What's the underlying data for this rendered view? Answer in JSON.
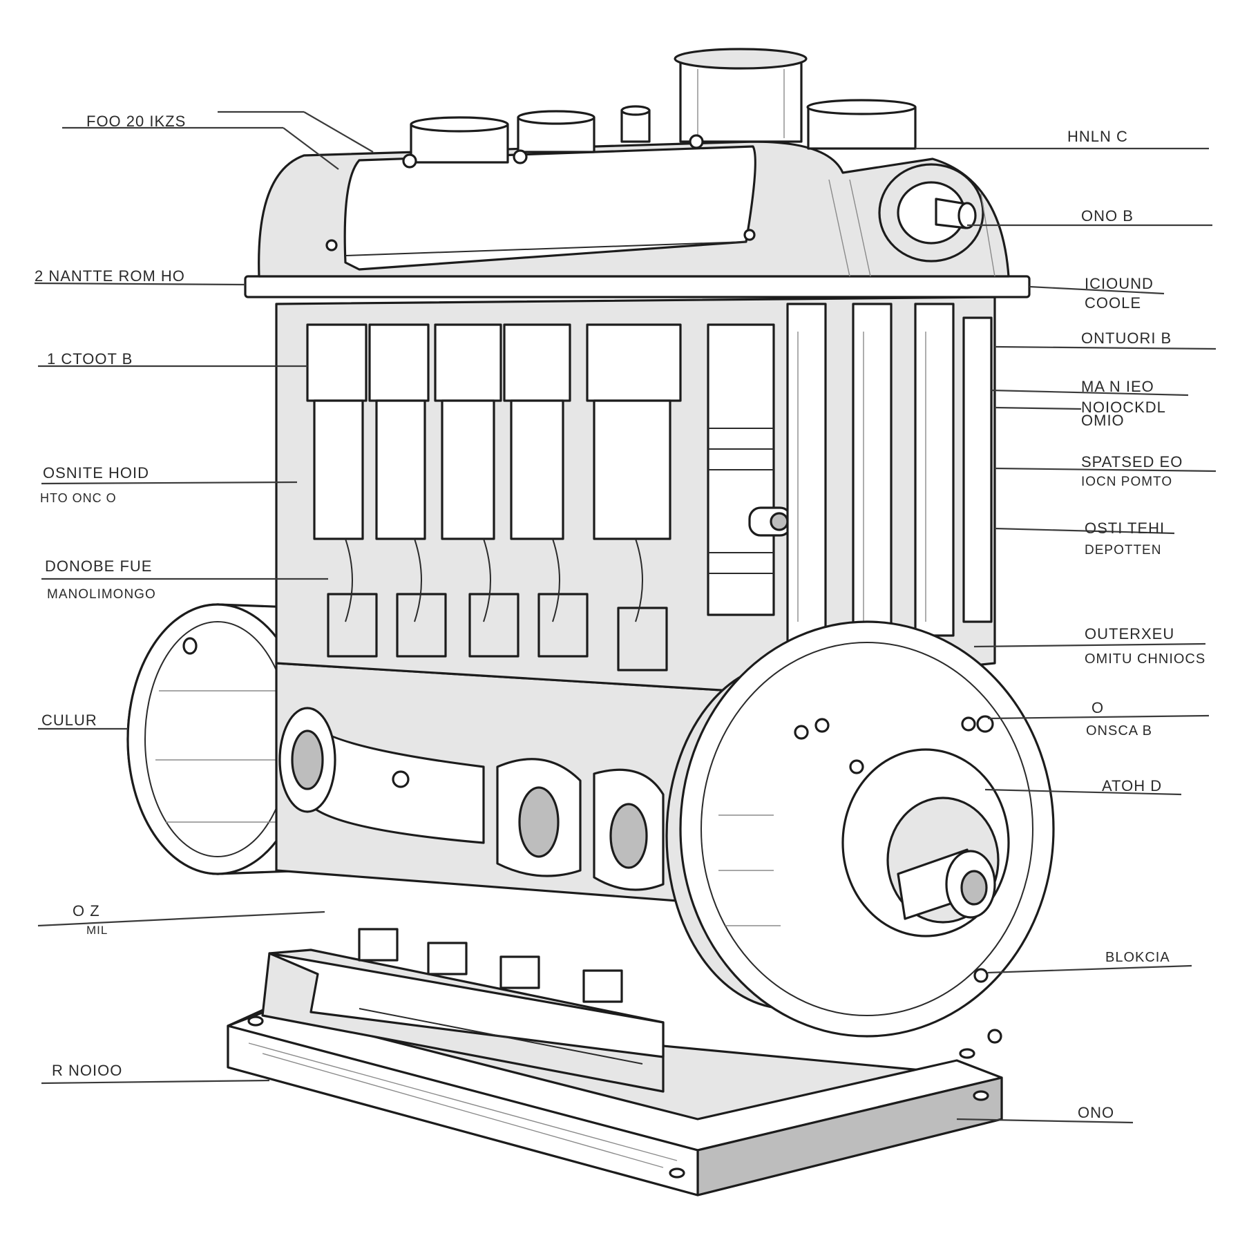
{
  "labels_left": [
    {
      "id": "l1",
      "lines": [
        "FOO 20 IKZS"
      ]
    },
    {
      "id": "l2",
      "lines": [
        "2  NANTTE ROM    HO"
      ]
    },
    {
      "id": "l3",
      "lines": [
        "1  CTOOT B"
      ]
    },
    {
      "id": "l4",
      "lines": [
        "OSNITE HOID",
        "HTO ONC  O"
      ]
    },
    {
      "id": "l5",
      "lines": [
        "DONOBE FUE",
        "MANOLIMONGO"
      ]
    },
    {
      "id": "l6",
      "lines": [
        "CULUR"
      ]
    },
    {
      "id": "l7",
      "lines": [
        "O  Z",
        "MIL"
      ]
    },
    {
      "id": "l8",
      "lines": [
        "R  NOIOO"
      ]
    }
  ],
  "labels_right": [
    {
      "id": "r1",
      "lines": [
        "HNLN    C"
      ]
    },
    {
      "id": "r2",
      "lines": [
        "ONO  B"
      ]
    },
    {
      "id": "r3",
      "lines": [
        "ICIOUND",
        "COOLE"
      ]
    },
    {
      "id": "r4",
      "lines": [
        "ONTUORI  B"
      ]
    },
    {
      "id": "r5",
      "lines": [
        "MA  N  IEO",
        "NOIOCKDL",
        "OMIO"
      ]
    },
    {
      "id": "r6",
      "lines": [
        "SPATSED  EO",
        "IOCN          POMTO"
      ]
    },
    {
      "id": "r7",
      "lines": [
        "OSTI  TEHI",
        "DEPOTTEN"
      ]
    },
    {
      "id": "r8",
      "lines": [
        "OUTERXEU",
        "OMITU  CHNIOCS"
      ]
    },
    {
      "id": "r9",
      "lines": [
        "O",
        "ONSCA  B"
      ]
    },
    {
      "id": "r10",
      "lines": [
        "ATOH  D"
      ]
    },
    {
      "id": "r11",
      "lines": [
        "BLOKCIA"
      ]
    },
    {
      "id": "r12",
      "lines": [
        "ONO"
      ]
    }
  ],
  "icons": {
    "main": "engine-drawing",
    "line_color": "#1c1c1c",
    "text_color": "#2a2a2a"
  }
}
